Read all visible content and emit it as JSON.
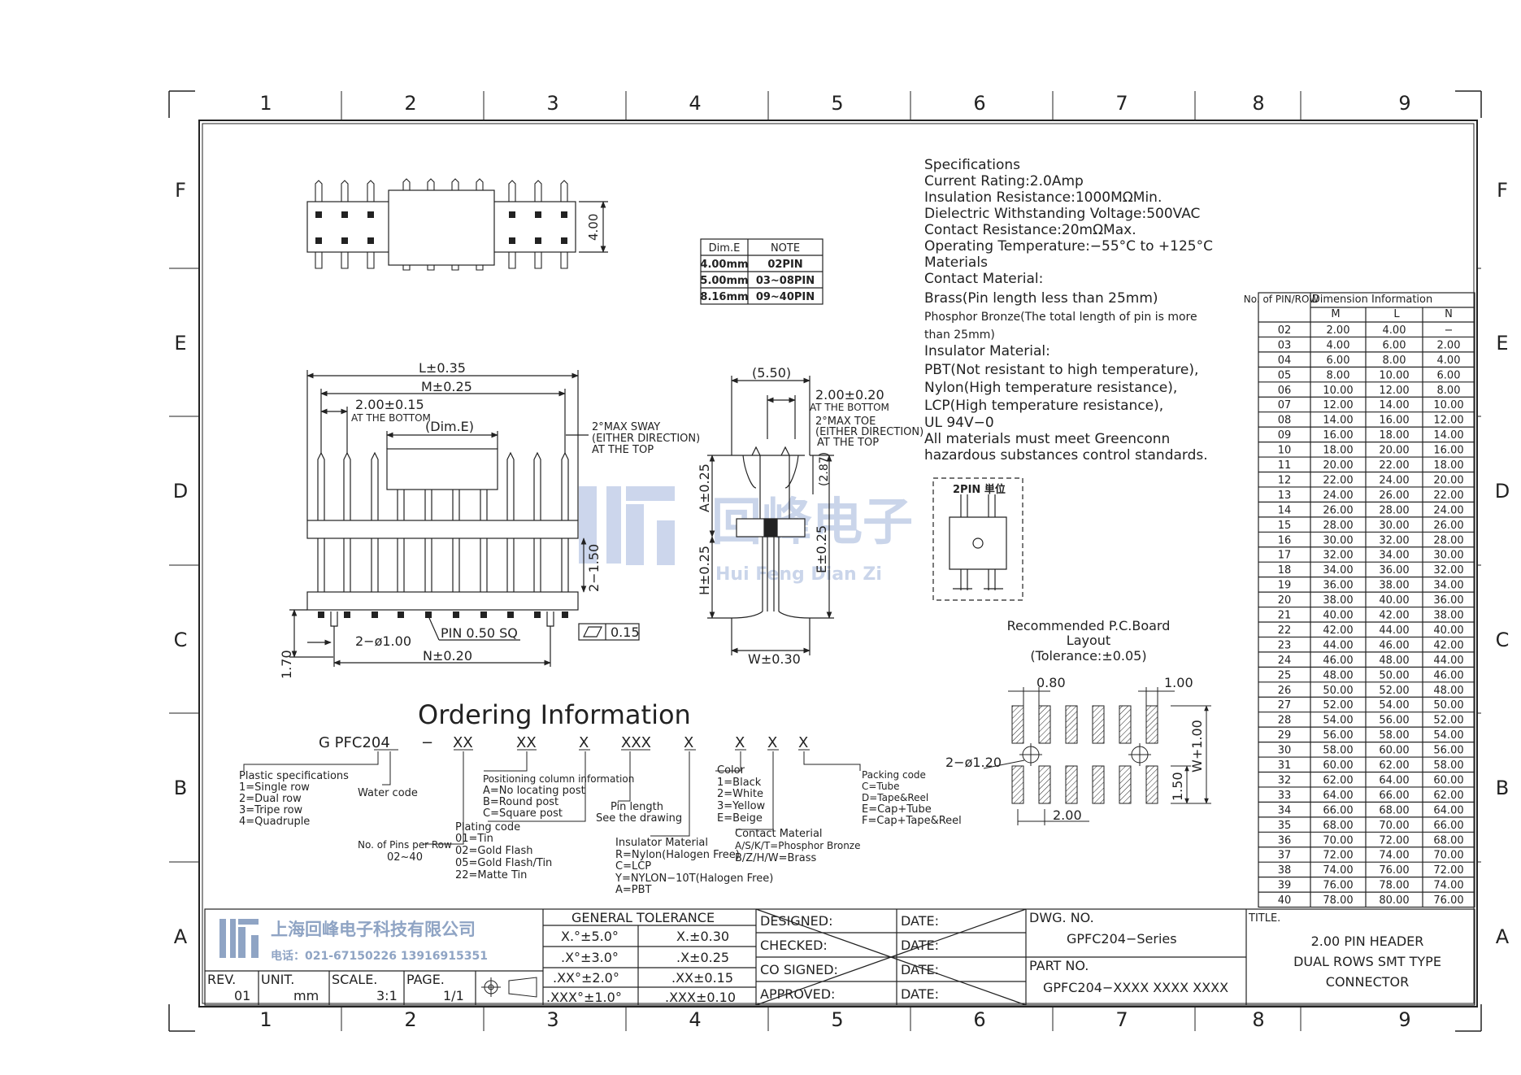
{
  "zones": {
    "cols": [
      "1",
      "2",
      "3",
      "4",
      "5",
      "6",
      "7",
      "8",
      "9"
    ],
    "rows": [
      "F",
      "E",
      "D",
      "C",
      "B",
      "A"
    ]
  },
  "specs": {
    "lines": [
      "Specifications",
      "Current Rating:2.0Amp",
      "Insulation Resistance:1000MΩMin.",
      "Dielectric Withstanding Voltage:500VAC",
      "Contact Resistance:20mΩMax.",
      "Operating Temperature:−55°C to +125°C",
      "Materials",
      "Contact Material:",
      "Brass(Pin length less than 25mm)",
      "Phosphor Bronze(The total length of pin is more",
      "than 25mm)",
      "Insulator Material:",
      "PBT(Not resistant to high temperature),",
      "Nylon(High temperature resistance),",
      "LCP(High temperature resistance),",
      "UL 94V−0",
      "All materials must meet Greenconn",
      "hazardous substances control standards."
    ]
  },
  "dim_e_table": {
    "headers": [
      "Dim.E",
      "NOTE"
    ],
    "rows": [
      [
        "4.00mm",
        "02PIN"
      ],
      [
        "5.00mm",
        "03~08PIN"
      ],
      [
        "8.16mm",
        "09~40PIN"
      ]
    ]
  },
  "dimension_table": {
    "header_left": "No. of PIN/ROW",
    "header_group": "Dimension Information",
    "cols": [
      "M",
      "L",
      "N"
    ],
    "rows": [
      [
        "02",
        "2.00",
        "4.00",
        "−"
      ],
      [
        "03",
        "4.00",
        "6.00",
        "2.00"
      ],
      [
        "04",
        "6.00",
        "8.00",
        "4.00"
      ],
      [
        "05",
        "8.00",
        "10.00",
        "6.00"
      ],
      [
        "06",
        "10.00",
        "12.00",
        "8.00"
      ],
      [
        "07",
        "12.00",
        "14.00",
        "10.00"
      ],
      [
        "08",
        "14.00",
        "16.00",
        "12.00"
      ],
      [
        "09",
        "16.00",
        "18.00",
        "14.00"
      ],
      [
        "10",
        "18.00",
        "20.00",
        "16.00"
      ],
      [
        "11",
        "20.00",
        "22.00",
        "18.00"
      ],
      [
        "12",
        "22.00",
        "24.00",
        "20.00"
      ],
      [
        "13",
        "24.00",
        "26.00",
        "22.00"
      ],
      [
        "14",
        "26.00",
        "28.00",
        "24.00"
      ],
      [
        "15",
        "28.00",
        "30.00",
        "26.00"
      ],
      [
        "16",
        "30.00",
        "32.00",
        "28.00"
      ],
      [
        "17",
        "32.00",
        "34.00",
        "30.00"
      ],
      [
        "18",
        "34.00",
        "36.00",
        "32.00"
      ],
      [
        "19",
        "36.00",
        "38.00",
        "34.00"
      ],
      [
        "20",
        "38.00",
        "40.00",
        "36.00"
      ],
      [
        "21",
        "40.00",
        "42.00",
        "38.00"
      ],
      [
        "22",
        "42.00",
        "44.00",
        "40.00"
      ],
      [
        "23",
        "44.00",
        "46.00",
        "42.00"
      ],
      [
        "24",
        "46.00",
        "48.00",
        "44.00"
      ],
      [
        "25",
        "48.00",
        "50.00",
        "46.00"
      ],
      [
        "26",
        "50.00",
        "52.00",
        "48.00"
      ],
      [
        "27",
        "52.00",
        "54.00",
        "50.00"
      ],
      [
        "28",
        "54.00",
        "56.00",
        "52.00"
      ],
      [
        "29",
        "56.00",
        "58.00",
        "54.00"
      ],
      [
        "30",
        "58.00",
        "60.00",
        "56.00"
      ],
      [
        "31",
        "60.00",
        "62.00",
        "58.00"
      ],
      [
        "32",
        "62.00",
        "64.00",
        "60.00"
      ],
      [
        "33",
        "64.00",
        "66.00",
        "62.00"
      ],
      [
        "34",
        "66.00",
        "68.00",
        "64.00"
      ],
      [
        "35",
        "68.00",
        "70.00",
        "66.00"
      ],
      [
        "36",
        "70.00",
        "72.00",
        "68.00"
      ],
      [
        "37",
        "72.00",
        "74.00",
        "70.00"
      ],
      [
        "38",
        "74.00",
        "76.00",
        "72.00"
      ],
      [
        "39",
        "76.00",
        "78.00",
        "74.00"
      ],
      [
        "40",
        "78.00",
        "80.00",
        "76.00"
      ]
    ]
  },
  "front_dims": {
    "l": "L±0.35",
    "m": "M±0.25",
    "pitch": "2.00±0.15",
    "at_bottom": "AT THE BOTTOM",
    "dim_e": "(Dim.E)",
    "sway1": "2°MAX SWAY",
    "sway2": "(EITHER DIRECTION)",
    "sway3": "AT THE TOP",
    "h150": "2−1.50",
    "h170": "1.70",
    "dia": "2−ø1.00",
    "pin": "PIN 0.50 SQ",
    "flat": "0.15",
    "n": "N±0.20",
    "top_h": "4.00"
  },
  "side_dims": {
    "w550": "(5.50)",
    "p200": "2.00±0.20",
    "at_bottom": "AT THE BOTTOM",
    "toe1": "2°MAX TOE",
    "toe2": "(EITHER DIRECTION)",
    "toe3": "AT THE TOP",
    "d287": "(2.87)",
    "a": "A±0.25",
    "h": "H±0.25",
    "e": "E±0.25",
    "w": "W±0.30"
  },
  "twopin": {
    "label": "2PIN 単位"
  },
  "pcb": {
    "title1": "Recommended P.C.Board",
    "title2": "Layout",
    "title3": "(Tolerance:±0.05)",
    "d080": "0.80",
    "d100": "1.00",
    "d120": "2−ø1.20",
    "d150": "1.50",
    "d200": "2.00",
    "w": "W+1.00"
  },
  "ordering": {
    "title": "Ordering Information",
    "code": [
      "G PFC204",
      "−",
      "XX",
      "XX",
      "X",
      "XXX",
      "X",
      "X",
      "X",
      "X"
    ],
    "plastic": [
      "Plastic specifications",
      "1=Single row",
      "2=Dual row",
      "3=Tripe row",
      "4=Quadruple"
    ],
    "water": "Water code",
    "pins": [
      "No. of Pins per Row",
      "02~40"
    ],
    "positioning": [
      "Positioning column information",
      "A=No locating post",
      "B=Round post",
      "C=Square post"
    ],
    "plating": [
      "Plating code",
      "01=Tin",
      "02=Gold Flash",
      "05=Gold Flash/Tin",
      "22=Matte Tin"
    ],
    "pinlen": [
      "Pin length",
      "See the drawing"
    ],
    "insulator": [
      "Insulator Material",
      "R=Nylon(Halogen Free)",
      "C=LCP",
      "Y=NYLON−10T(Halogen Free)",
      "A=PBT"
    ],
    "color": [
      "Color",
      "1=Black",
      "2=White",
      "3=Yellow",
      "E=Beige"
    ],
    "contact": [
      "Contact Material",
      "A/S/K/T=Phosphor Bronze",
      "B/Z/H/W=Brass"
    ],
    "packing": [
      "Packing code",
      "C=Tube",
      "D=Tape&Reel",
      "E=Cap+Tube",
      "F=Cap+Tape&Reel"
    ]
  },
  "watermark": {
    "main": "回峰电子",
    "sub": "Hui Feng Dian Zi"
  },
  "title_block": {
    "company": "上海回峰电子科技有限公司",
    "phone": "电话：021-67150226  13916915351",
    "rev_label": "REV.",
    "rev": "01",
    "unit_label": "UNIT.",
    "unit": "mm",
    "scale_label": "SCALE.",
    "scale": "3:1",
    "page_label": "PAGE.",
    "page": "1/1",
    "tol_title": "GENERAL TOLERANCE",
    "tol": [
      [
        "X.°±5.0°",
        "X.±0.30"
      ],
      [
        ".X°±3.0°",
        ".X±0.25"
      ],
      [
        ".XX°±2.0°",
        ".XX±0.15"
      ],
      [
        ".XXX°±1.0°",
        ".XXX±0.10"
      ]
    ],
    "roles": [
      "DESIGNED:",
      "CHECKED:",
      "CO SIGNED:",
      "APPROVED:"
    ],
    "date": "DATE:",
    "dwg_label": "DWG. NO.",
    "dwg": "GPFC204−Series",
    "part_label": "PART NO.",
    "part": "GPFC204−XXXX XXXX XXXX",
    "title_label": "TITLE.",
    "title": [
      "2.00 PIN HEADER",
      "DUAL ROWS SMT TYPE",
      "CONNECTOR"
    ]
  }
}
